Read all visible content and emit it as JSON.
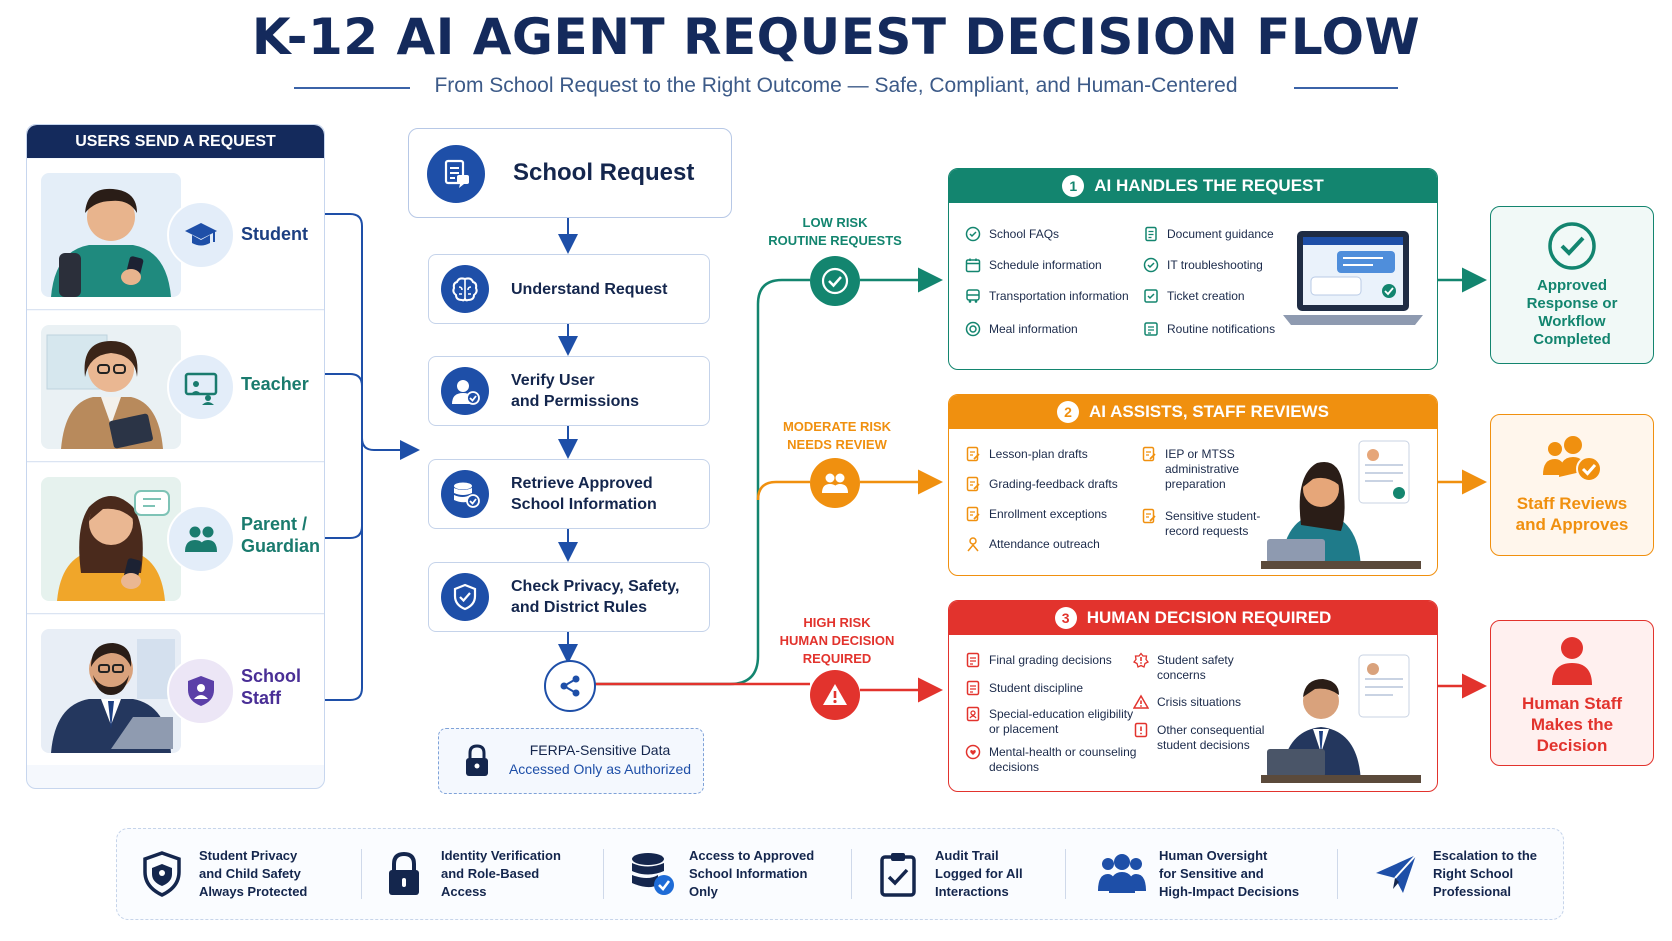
{
  "title": "K-12 AI AGENT REQUEST DECISION FLOW",
  "subtitle": "From School Request to the Right Outcome — Safe, Compliant, and Human-Centered",
  "users": {
    "header": "USERS SEND A REQUEST",
    "roles": [
      {
        "lines": [
          "Student"
        ]
      },
      {
        "lines": [
          "Teacher"
        ]
      },
      {
        "lines": [
          "Parent /",
          "Guardian"
        ]
      },
      {
        "lines": [
          "School",
          "Staff"
        ]
      }
    ]
  },
  "process": {
    "start": "School Request",
    "steps": [
      {
        "lines": [
          "Understand Request"
        ]
      },
      {
        "lines": [
          "Verify User",
          "and Permissions"
        ]
      },
      {
        "lines": [
          "Retrieve Approved",
          "School Information"
        ]
      },
      {
        "lines": [
          "Check Privacy, Safety,",
          "and District Rules"
        ]
      }
    ],
    "ferpa": [
      "FERPA-Sensitive Data",
      "Accessed Only as Authorized"
    ]
  },
  "risks": [
    {
      "lines": [
        "LOW RISK",
        "ROUTINE REQUESTS"
      ],
      "color": "#13856f"
    },
    {
      "lines": [
        "MODERATE RISK",
        "NEEDS REVIEW"
      ],
      "color": "#f0900f"
    },
    {
      "lines": [
        "HIGH RISK",
        "HUMAN DECISION",
        "REQUIRED"
      ],
      "color": "#e2332d"
    }
  ],
  "panels": [
    {
      "number": "1",
      "title": "AI HANDLES THE REQUEST",
      "color": "#13856f",
      "left_items": [
        [
          "School FAQs"
        ],
        [
          "Schedule information"
        ],
        [
          "Transportation information"
        ],
        [
          "Meal information"
        ]
      ],
      "right_items": [
        [
          "Document guidance"
        ],
        [
          "IT troubleshooting"
        ],
        [
          "Ticket creation"
        ],
        [
          "Routine notifications"
        ]
      ]
    },
    {
      "number": "2",
      "title": "AI ASSISTS, STAFF REVIEWS",
      "color": "#f0900f",
      "left_items": [
        [
          "Lesson-plan drafts"
        ],
        [
          "Grading-feedback drafts"
        ],
        [
          "Enrollment exceptions"
        ],
        [
          "Attendance outreach"
        ]
      ],
      "right_items": [
        [
          "IEP or MTSS",
          "administrative",
          "preparation"
        ],
        [
          "Sensitive student-",
          "record requests"
        ]
      ]
    },
    {
      "number": "3",
      "title": "HUMAN DECISION REQUIRED",
      "color": "#e2332d",
      "left_items": [
        [
          "Final grading decisions"
        ],
        [
          "Student discipline"
        ],
        [
          "Special-education eligibility",
          "or placement"
        ],
        [
          "Mental-health or counseling",
          "decisions"
        ]
      ],
      "right_items": [
        [
          "Student safety",
          "concerns"
        ],
        [
          "Crisis situations"
        ],
        [
          "Other consequential",
          "student decisions"
        ]
      ]
    }
  ],
  "outcomes": [
    {
      "lines": [
        "Approved",
        "Response or",
        "Workflow",
        "Completed"
      ],
      "color": "#13856f"
    },
    {
      "lines": [
        "Staff Reviews",
        "and Approves"
      ],
      "color": "#f0900f"
    },
    {
      "lines": [
        "Human Staff",
        "Makes the",
        "Decision"
      ],
      "color": "#e2332d"
    }
  ],
  "safeguards": [
    {
      "lines": [
        "Student Privacy",
        "and Child Safety",
        "Always Protected"
      ],
      "icon": "shield-icon"
    },
    {
      "lines": [
        "Identity Verification",
        "and Role-Based",
        "Access"
      ],
      "icon": "lock-icon"
    },
    {
      "lines": [
        "Access to Approved",
        "School Information",
        "Only"
      ],
      "icon": "database-check-icon"
    },
    {
      "lines": [
        "Audit Trail",
        "Logged for All",
        "Interactions"
      ],
      "icon": "clipboard-check-icon"
    },
    {
      "lines": [
        "Human Oversight",
        "for Sensitive and",
        "High-Impact Decisions"
      ],
      "icon": "group-icon"
    },
    {
      "lines": [
        "Escalation to the",
        "Right School",
        "Professional"
      ],
      "icon": "paper-plane-icon"
    }
  ],
  "colors": {
    "navy": "#142a5c",
    "blue": "#1e4fa8",
    "green": "#13856f",
    "orange": "#f0900f",
    "red": "#e2332d"
  }
}
